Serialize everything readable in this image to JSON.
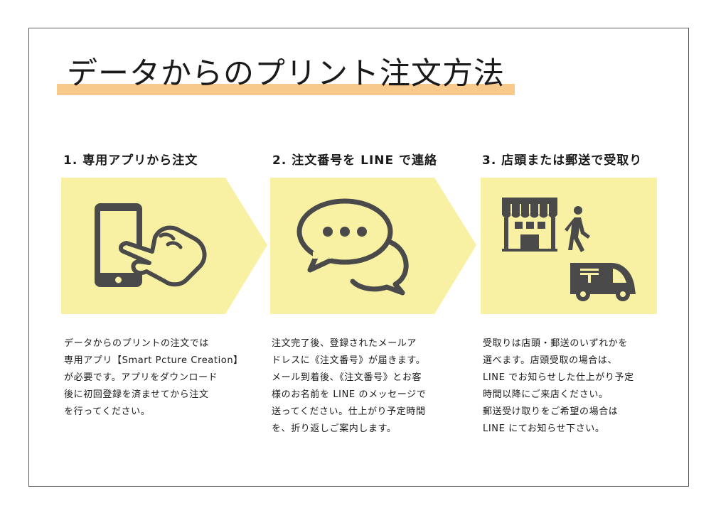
{
  "title": "データからのプリント注文方法",
  "colors": {
    "accent_underline": "#f7c98a",
    "panel_fill": "#f8f1a4",
    "icon_fill": "#4a4a4a",
    "text": "#1a1a1a"
  },
  "steps": [
    {
      "heading": "1. 専用アプリから注文",
      "icon": "phone-tap-icon",
      "body_lines": [
        "データからのプリントの注文では",
        "専用アプリ【Smart Pcture Creation】",
        "が必要です。アプリをダウンロード",
        "後に初回登録を済ませてから注文",
        "を行ってください。"
      ]
    },
    {
      "heading": "2. 注文番号を LINE で連絡",
      "icon": "chat-bubbles-icon",
      "body_lines": [
        "注文完了後、登録されたメールア",
        "ドレスに《注文番号》が届きます。",
        "メール到着後、《注文番号》とお客",
        "様のお名前を LINE のメッセージで",
        "送ってください。仕上がり予定時間",
        "を、折り返しご案内します。"
      ]
    },
    {
      "heading": "3. 店頭または郵送で受取り",
      "icon": "store-and-delivery-icon",
      "body_lines": [
        "受取りは店頭・郵送のいずれかを",
        "選べます。店頭受取の場合は、",
        "LINE でお知らせした仕上がり予定",
        "時間以降にご来店ください。",
        "郵送受け取りをご希望の場合は",
        "LINE にてお知らせ下さい。"
      ]
    }
  ]
}
